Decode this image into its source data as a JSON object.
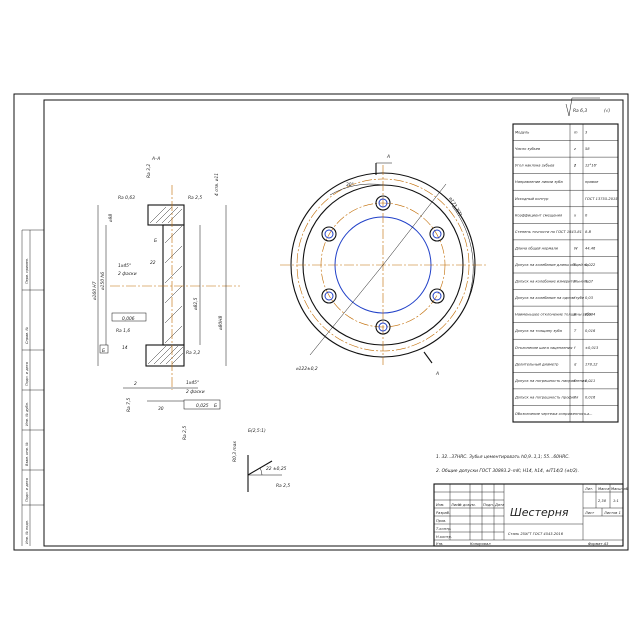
{
  "roughness": {
    "mark": "Ra 6,3",
    "paren": "(√)"
  },
  "views": {
    "section_label": "A–A",
    "detail_label": "Б(2,5:1)",
    "cut_label_top": "A",
    "cut_label_bottom": "A"
  },
  "dimensions": {
    "ra_0_63": "Ra 0,63",
    "ra_3_2a": "Ra 3,2",
    "ra_2_5a": "Ra 2,5",
    "four_chamf": "4 отв. ⌀11",
    "dia_98": "⌀98",
    "b_mark": "Б",
    "chamf_a": "1х45°",
    "chamf_b": "2 фаски",
    "dim_22": "22",
    "dia_82": "⌀82,5",
    "dia_160": "⌀160 H7",
    "dia_150": "⌀150 h6",
    "tol_1": "0,006",
    "tol_2": "Ra 1,6",
    "b_ref": "Б",
    "ra_3_2b": "Ra 3,2",
    "dim_14": "14",
    "dia_80": "⌀80H8",
    "ra_7_5": "Ra 7,5",
    "dim_2": "2",
    "chamf_c": "1х45°",
    "chamf_d": "2 фаски",
    "dim_30": "30",
    "tol_3": "0,025",
    "tol_3_base": "Б",
    "ra_2_5b": "Ra 2,5",
    "angle_30": "30°",
    "dia_173": "⌀173,7(Т)",
    "dia_122": "⌀122±0,2",
    "det_r1": "R0,3 max",
    "det_angle": "22 ±0,25",
    "det_ra": "Ra 2,5"
  },
  "params_table": {
    "rows": [
      {
        "name": "Модуль",
        "sym": "m",
        "val": "3"
      },
      {
        "name": "Число зубьев",
        "sym": "z",
        "val": "58"
      },
      {
        "name": "Угол наклона зубьев",
        "sym": "β",
        "val": "12°16'"
      },
      {
        "name": "Направление линии зуба",
        "sym": "",
        "val": "правое"
      },
      {
        "name": "Исходный контур",
        "sym": "",
        "val": "ГОСТ 13755-2015"
      },
      {
        "name": "Коэффициент смещения",
        "sym": "x",
        "val": "0"
      },
      {
        "name": "Степень точности по ГОСТ 1643-81",
        "sym": "",
        "val": "8-В"
      },
      {
        "name": "Длина общей нормали",
        "sym": "W",
        "val": "44,46"
      },
      {
        "name": "Допуск на колебание длины общей нормали",
        "sym": "F",
        "val": "0,022"
      },
      {
        "name": "Допуск на колебание измерительного межосевого расстояния за оборот колеса",
        "sym": "F",
        "val": "0,07"
      },
      {
        "name": "Допуск на колебание на одном зубе",
        "sym": "f",
        "val": "0,03"
      },
      {
        "name": "Наименьшее отклонение толщины зуба",
        "sym": "E",
        "val": "0,084"
      },
      {
        "name": "Допуск на толщину зуба",
        "sym": "T",
        "val": "0,016"
      },
      {
        "name": "Отклонение шага зацепления",
        "sym": "f",
        "val": "±0,013"
      },
      {
        "name": "Делительный диаметр",
        "sym": "d",
        "val": "178,12"
      },
      {
        "name": "Допуск на погрешность направления зуба",
        "sym": "F",
        "val": "0,011"
      },
      {
        "name": "Допуск на погрешность профиля",
        "sym": "f",
        "val": "0,016"
      },
      {
        "name": "Обозначение чертежа сопряженного зубчатого колеса",
        "sym": "",
        "val": "—"
      }
    ]
  },
  "notes": {
    "n1": "1. 32...37HRC. Зубья цементировать h0,9..1,1; 55...60HRC.",
    "n2": "2. Общие допуски ГОСТ 30893.2–mK; H14, h14, ±IT14/2 (±t/2)."
  },
  "title_block": {
    "part_name": "Шестерня",
    "material": "Сталь 25ХГТ ГОСТ 4543-2016",
    "lit_label": "Лит.",
    "mass_label": "Масса",
    "scale_label": "Масштаб",
    "mass": "2,38",
    "scale": "1:1",
    "sheet_label": "Лист",
    "sheets_label": "Листов 1",
    "copied": "Копировал",
    "format": "Формат А3",
    "rows": [
      "Изм.",
      "Разраб.",
      "Пров.",
      "Т.контр.",
      "Н.контр.",
      "Утв."
    ],
    "cols": [
      "Лист",
      "№ докум.",
      "Подп.",
      "Дата"
    ]
  },
  "sidebar": {
    "labels": [
      "Перв. примен.",
      "Справ. №",
      "Подп. и дата",
      "Инв. № дубл.",
      "Взам. инв. №",
      "Подп. и дата",
      "Инв. № подл."
    ]
  }
}
